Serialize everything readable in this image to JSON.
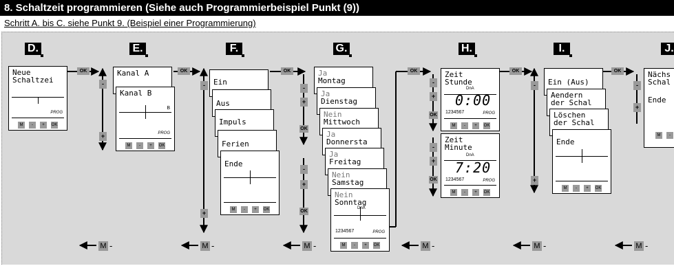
{
  "header": {
    "title": "8. Schaltzeit programmieren (Siehe auch Programmierbeispiel Punkt (9))",
    "subtitle": "Schritt A. bis C. siehe Punkt 9. (Beispiel einer Programmierung)"
  },
  "steps": {
    "d": "D.",
    "e": "E.",
    "f": "F.",
    "g": "G.",
    "h": "H.",
    "i": "I.",
    "j": "J."
  },
  "keys": {
    "m": "M",
    "minus": "-",
    "plus": "+",
    "ok": "OK",
    "back_suffix": "-"
  },
  "display": {
    "prog": "PROG",
    "dna": "DnA",
    "weekdays": "1234567",
    "channel_b_mark": "B"
  },
  "d": {
    "lines": "Neue\nSchaltzei"
  },
  "e": {
    "card1": "Kanal A",
    "card2": "Kanal B"
  },
  "f": {
    "items": [
      "Ein",
      "Aus",
      "Impuls",
      "Ferien",
      "Ende"
    ]
  },
  "g": {
    "days": [
      {
        "state": "Ja",
        "day": "Montag"
      },
      {
        "state": "Ja",
        "day": "Dienstag"
      },
      {
        "state": "Nein",
        "day": "Mittwoch"
      },
      {
        "state": "Ja",
        "day": "Donnersta"
      },
      {
        "state": "Ja",
        "day": "Freitag"
      },
      {
        "state": "Nein",
        "day": "Samstag"
      },
      {
        "state": "Nein",
        "day": "Sonntag"
      }
    ]
  },
  "h": {
    "hour_title": "Zeit\nStunde",
    "hour_value": "0:00",
    "minute_title": "Zeit\nMinute",
    "minute_value": "7:20"
  },
  "i": {
    "items": [
      "Ein (Aus)",
      "Aendern\nder Schal",
      "Löschen\nder Schal",
      "Ende"
    ]
  },
  "j": {
    "title": "Nächs\nSchal",
    "item": "Ende"
  }
}
